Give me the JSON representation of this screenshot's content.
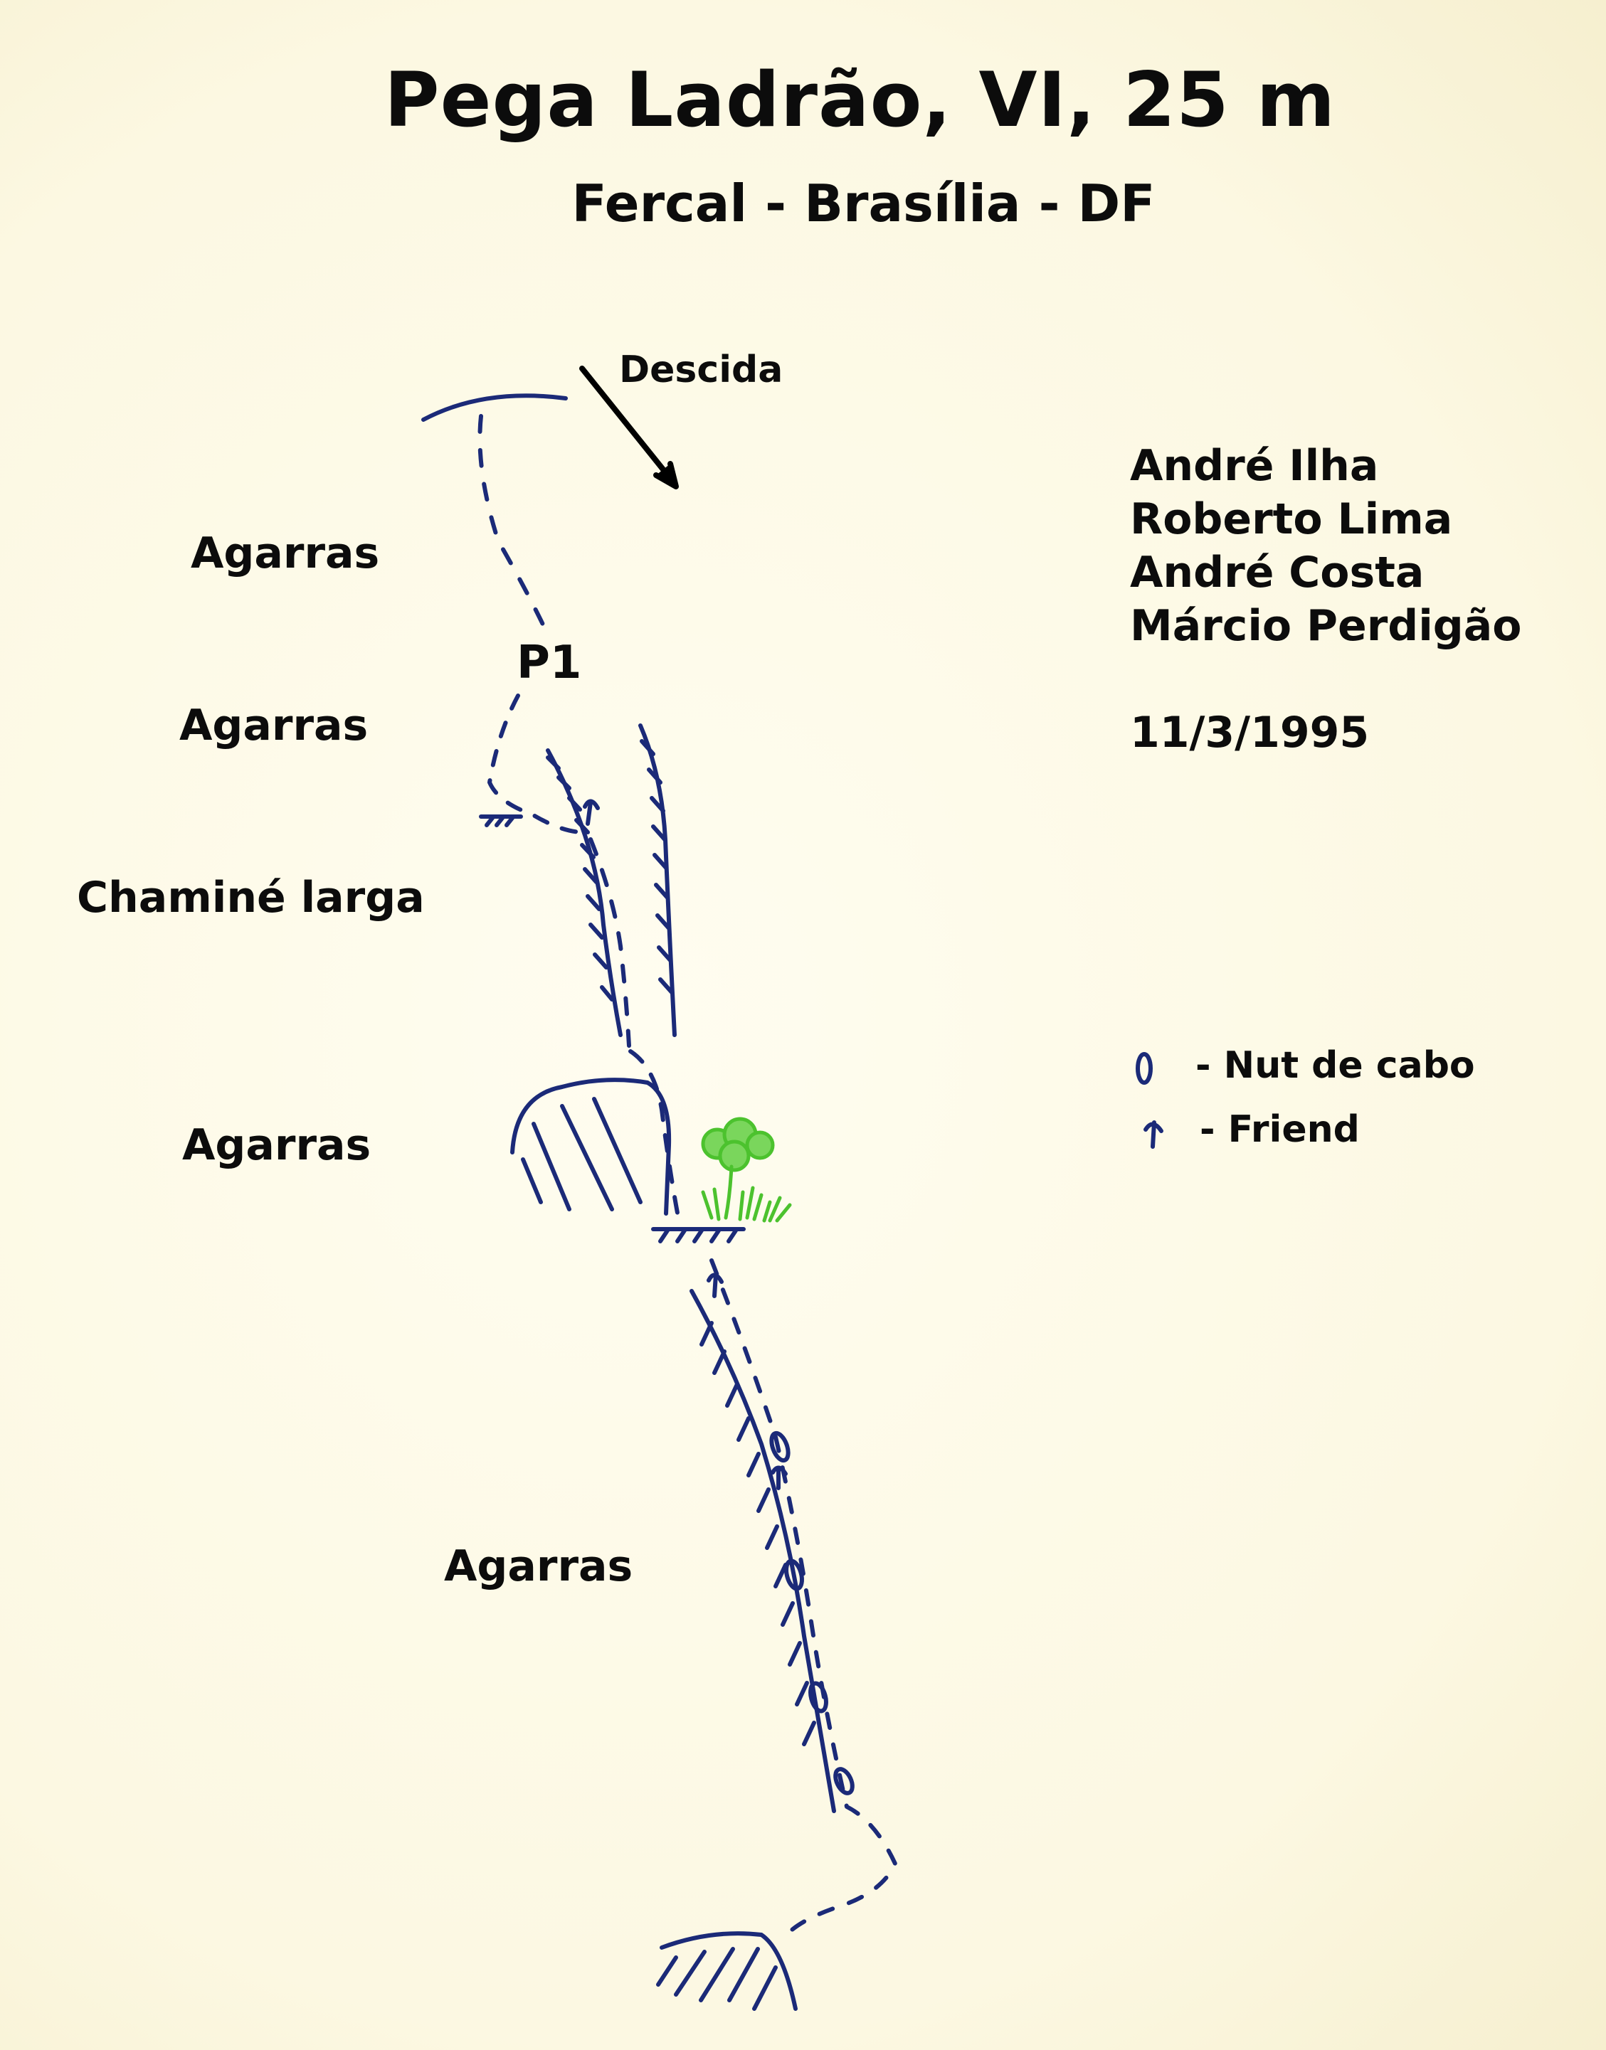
{
  "title": "Pega Ladrão, VI, 25 m",
  "subtitle": "Fercal - Brasília - DF",
  "descent_label": "Descida",
  "belay_label": "P1",
  "route_labels": {
    "holds_top": "Agarras",
    "holds_upper": "Agarras",
    "chimney": "Chaminé larga",
    "holds_middle": "Agarras",
    "holds_bottom": "Agarras"
  },
  "first_ascent": {
    "climbers": [
      "André Ilha",
      "Roberto Lima",
      "André Costa",
      "Márcio Perdigão"
    ],
    "date": "11/3/1995"
  },
  "legend": [
    {
      "symbol": "nut-icon",
      "label": "- Nut de cabo"
    },
    {
      "symbol": "friend-icon",
      "label": "- Friend"
    }
  ],
  "colors": {
    "ink_blue": "#1b2a78",
    "vegetation_green": "#4cc22e",
    "text_black": "#0c0c0c",
    "paper": "#fdfbea"
  }
}
